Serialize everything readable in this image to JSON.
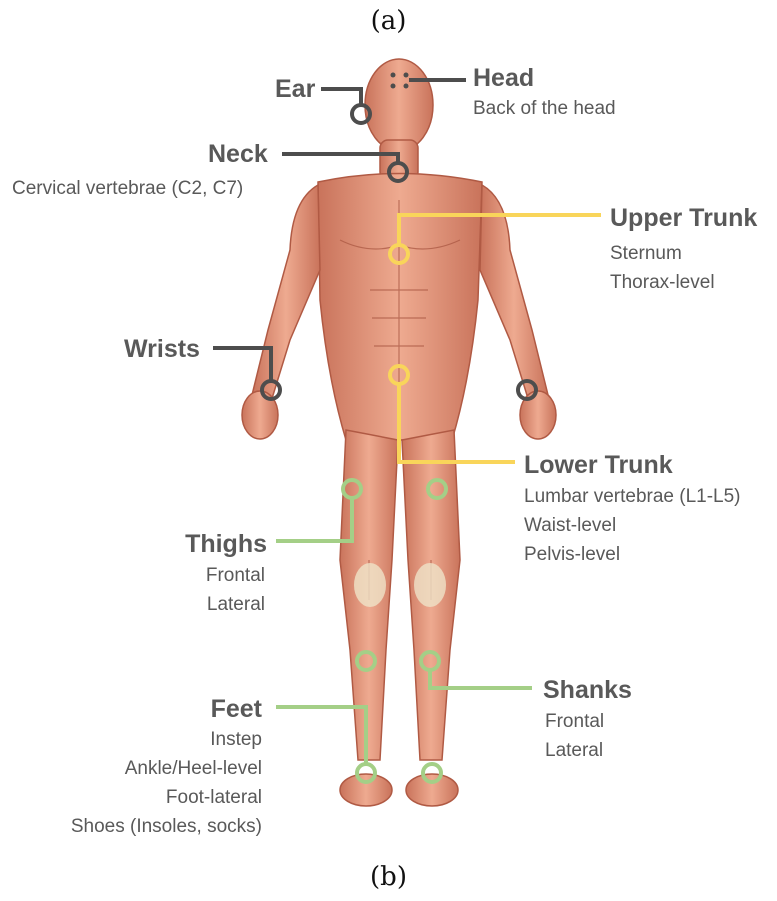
{
  "captions": {
    "top": "(a)",
    "bottom": "(b)"
  },
  "colors": {
    "head_group": "#4d4d4d",
    "trunk_group": "#f9d55a",
    "leg_group": "#a4cf87",
    "skin": "#e9a38a",
    "muscle_dark": "#c86a52"
  },
  "labels": {
    "head": {
      "title": "Head",
      "items": [
        "Back of the head"
      ]
    },
    "ear": {
      "title": "Ear",
      "items": []
    },
    "neck": {
      "title": "Neck",
      "items": [
        "Cervical vertebrae (C2, C7)"
      ]
    },
    "upper_trunk": {
      "title": "Upper Trunk",
      "items": [
        "Sternum",
        "Thorax-level"
      ]
    },
    "wrists": {
      "title": "Wrists",
      "items": []
    },
    "lower_trunk": {
      "title": "Lower Trunk",
      "items": [
        "Lumbar vertebrae (L1-L5)",
        "Waist-level",
        "Pelvis-level"
      ]
    },
    "thighs": {
      "title": "Thighs",
      "items": [
        "Frontal",
        "Lateral"
      ]
    },
    "shanks": {
      "title": "Shanks",
      "items": [
        "Frontal",
        "Lateral"
      ]
    },
    "feet": {
      "title": "Feet",
      "items": [
        "Instep",
        "Ankle/Heel-level",
        "Foot-lateral",
        "Shoes (Insoles, socks)"
      ]
    }
  }
}
